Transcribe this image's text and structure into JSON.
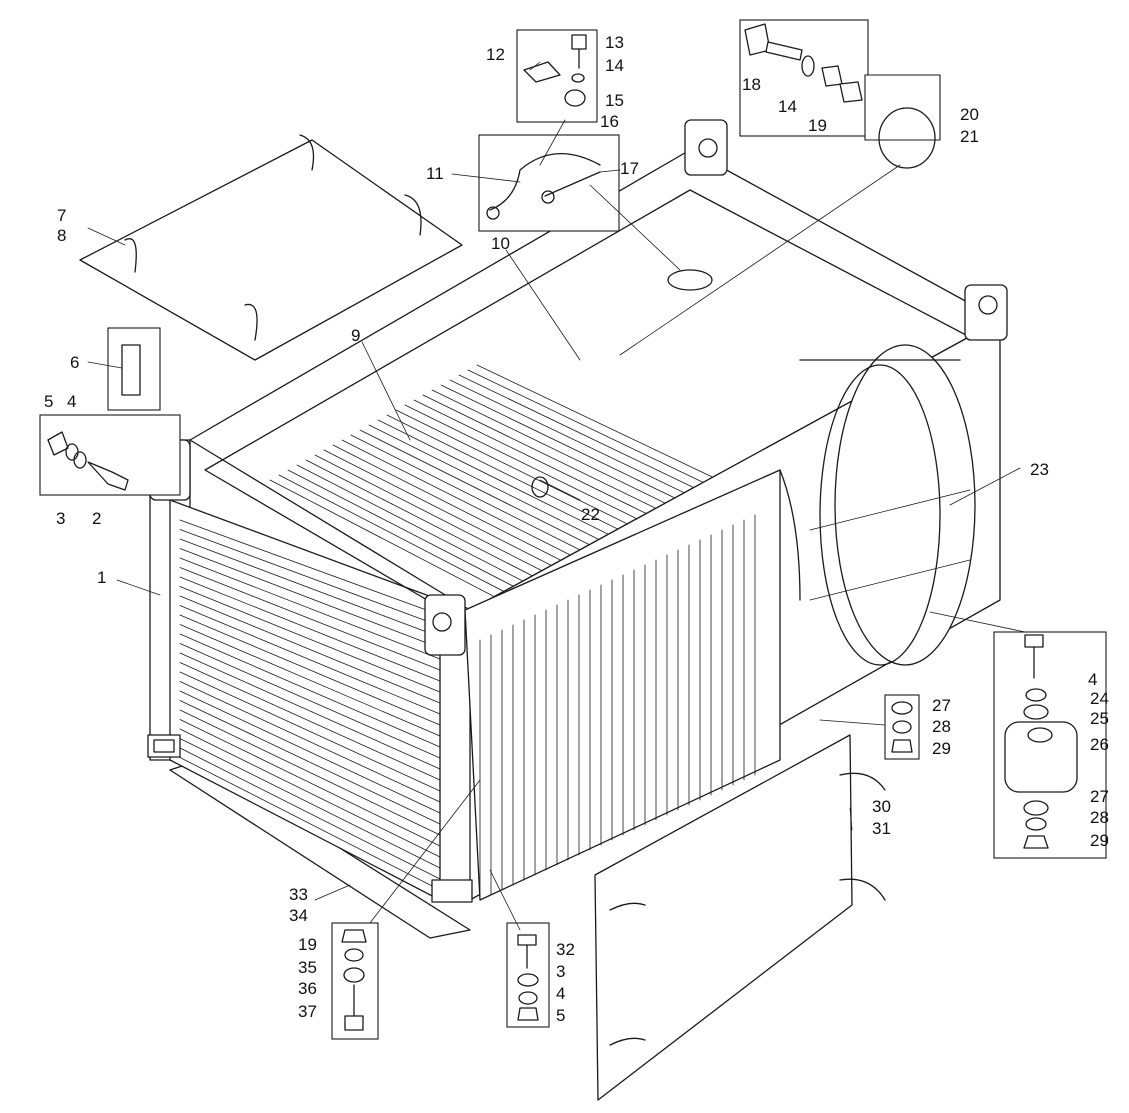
{
  "labels": [
    {
      "id": "1",
      "text": "1"
    },
    {
      "id": "2",
      "text": "2"
    },
    {
      "id": "3",
      "text": "3"
    },
    {
      "id": "4",
      "text": "4"
    },
    {
      "id": "5",
      "text": "5"
    },
    {
      "id": "6",
      "text": "6"
    },
    {
      "id": "7",
      "text": "7"
    },
    {
      "id": "8",
      "text": "8"
    },
    {
      "id": "9",
      "text": "9"
    },
    {
      "id": "10",
      "text": "10"
    },
    {
      "id": "11",
      "text": "11"
    },
    {
      "id": "12",
      "text": "12"
    },
    {
      "id": "13",
      "text": "13"
    },
    {
      "id": "14",
      "text": "14"
    },
    {
      "id": "15",
      "text": "15"
    },
    {
      "id": "16",
      "text": "16"
    },
    {
      "id": "17",
      "text": "17"
    },
    {
      "id": "18",
      "text": "18"
    },
    {
      "id": "14b",
      "text": "14"
    },
    {
      "id": "19",
      "text": "19"
    },
    {
      "id": "20",
      "text": "20"
    },
    {
      "id": "21",
      "text": "21"
    },
    {
      "id": "22",
      "text": "22"
    },
    {
      "id": "23",
      "text": "23"
    },
    {
      "id": "4b",
      "text": "4"
    },
    {
      "id": "24",
      "text": "24"
    },
    {
      "id": "25",
      "text": "25"
    },
    {
      "id": "26",
      "text": "26"
    },
    {
      "id": "27",
      "text": "27"
    },
    {
      "id": "28",
      "text": "28"
    },
    {
      "id": "29",
      "text": "29"
    },
    {
      "id": "27b",
      "text": "27"
    },
    {
      "id": "28b",
      "text": "28"
    },
    {
      "id": "29b",
      "text": "29"
    },
    {
      "id": "30",
      "text": "30"
    },
    {
      "id": "31",
      "text": "31"
    },
    {
      "id": "32",
      "text": "32"
    },
    {
      "id": "3b",
      "text": "3"
    },
    {
      "id": "4c",
      "text": "4"
    },
    {
      "id": "5b",
      "text": "5"
    },
    {
      "id": "33",
      "text": "33"
    },
    {
      "id": "34",
      "text": "34"
    },
    {
      "id": "19b",
      "text": "19"
    },
    {
      "id": "35",
      "text": "35"
    },
    {
      "id": "36",
      "text": "36"
    },
    {
      "id": "37",
      "text": "37"
    }
  ]
}
